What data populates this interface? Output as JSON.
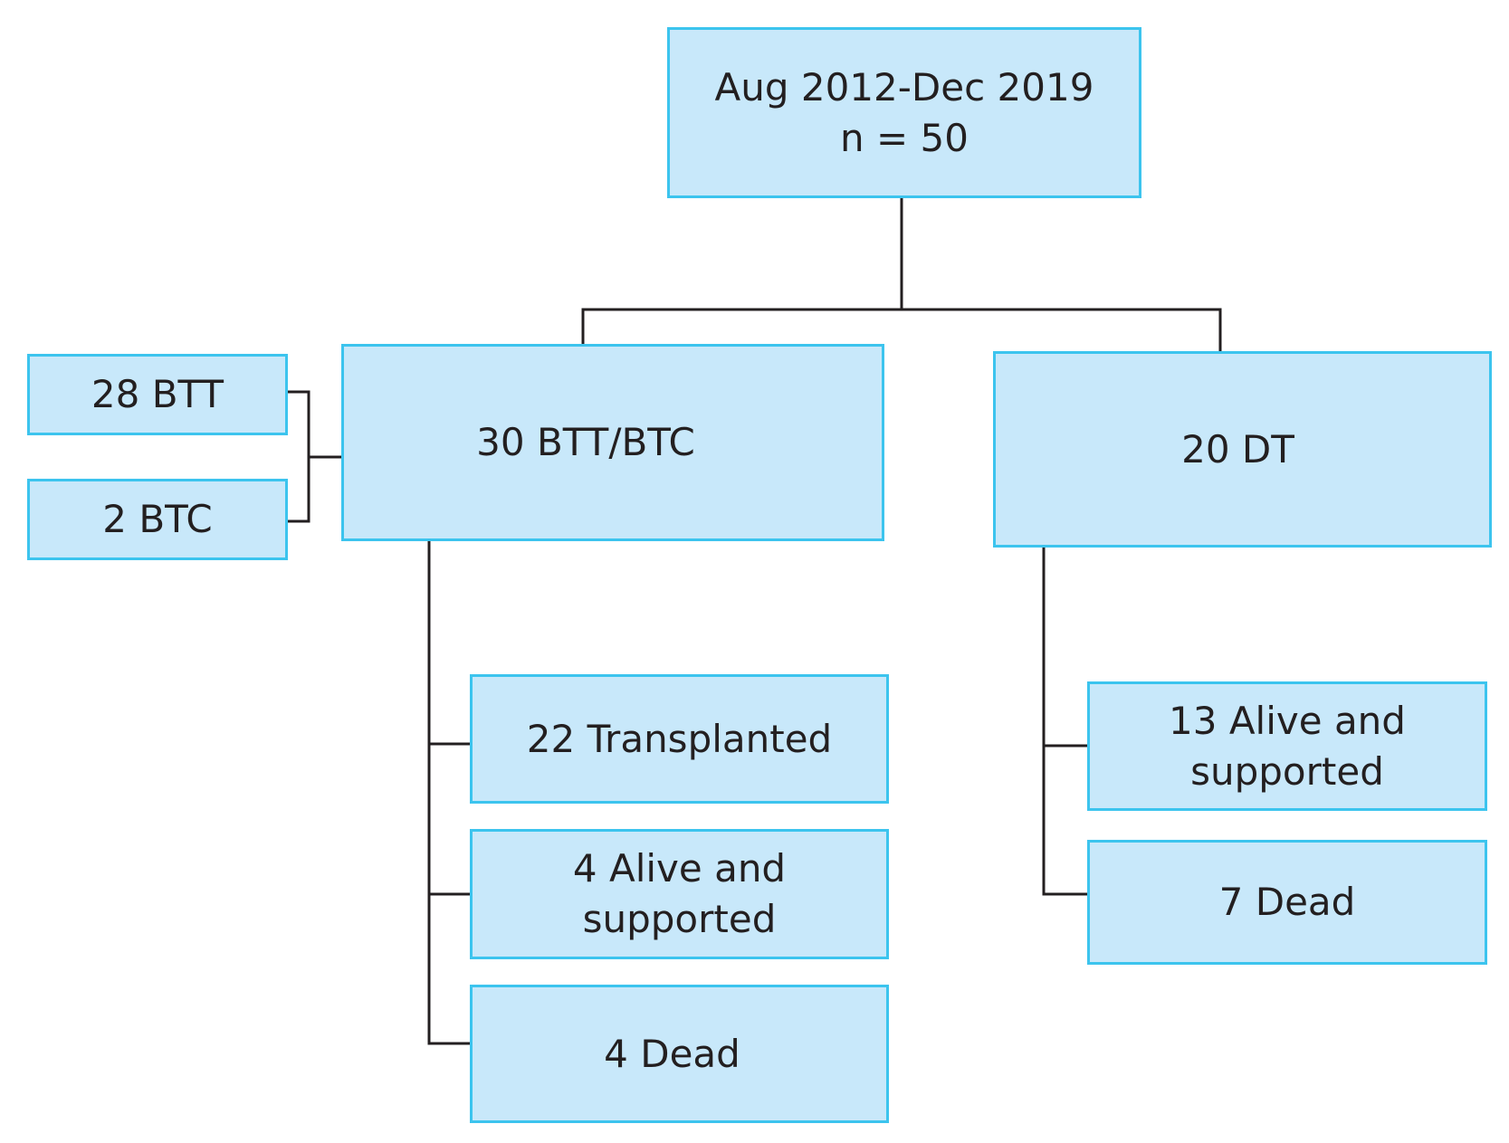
{
  "root": {
    "line1": "Aug 2012-Dec 2019",
    "line2": "n = 50"
  },
  "groups": {
    "btt_btc": {
      "label": "30 BTT/BTC",
      "breakdown": [
        "28 BTT",
        "2 BTC"
      ],
      "outcomes": {
        "transplanted": "22 Transplanted",
        "alive_line1": "4 Alive and",
        "alive_line2": "supported",
        "dead": "4 Dead"
      }
    },
    "dt": {
      "label": "20 DT",
      "outcomes": {
        "alive_line1": "13 Alive and",
        "alive_line2": "supported",
        "dead": "7 Dead"
      }
    }
  },
  "colors": {
    "box_fill": "#c8e8fa",
    "box_border": "#3cc4ee",
    "connector": "#231f20",
    "text": "#231f20"
  }
}
